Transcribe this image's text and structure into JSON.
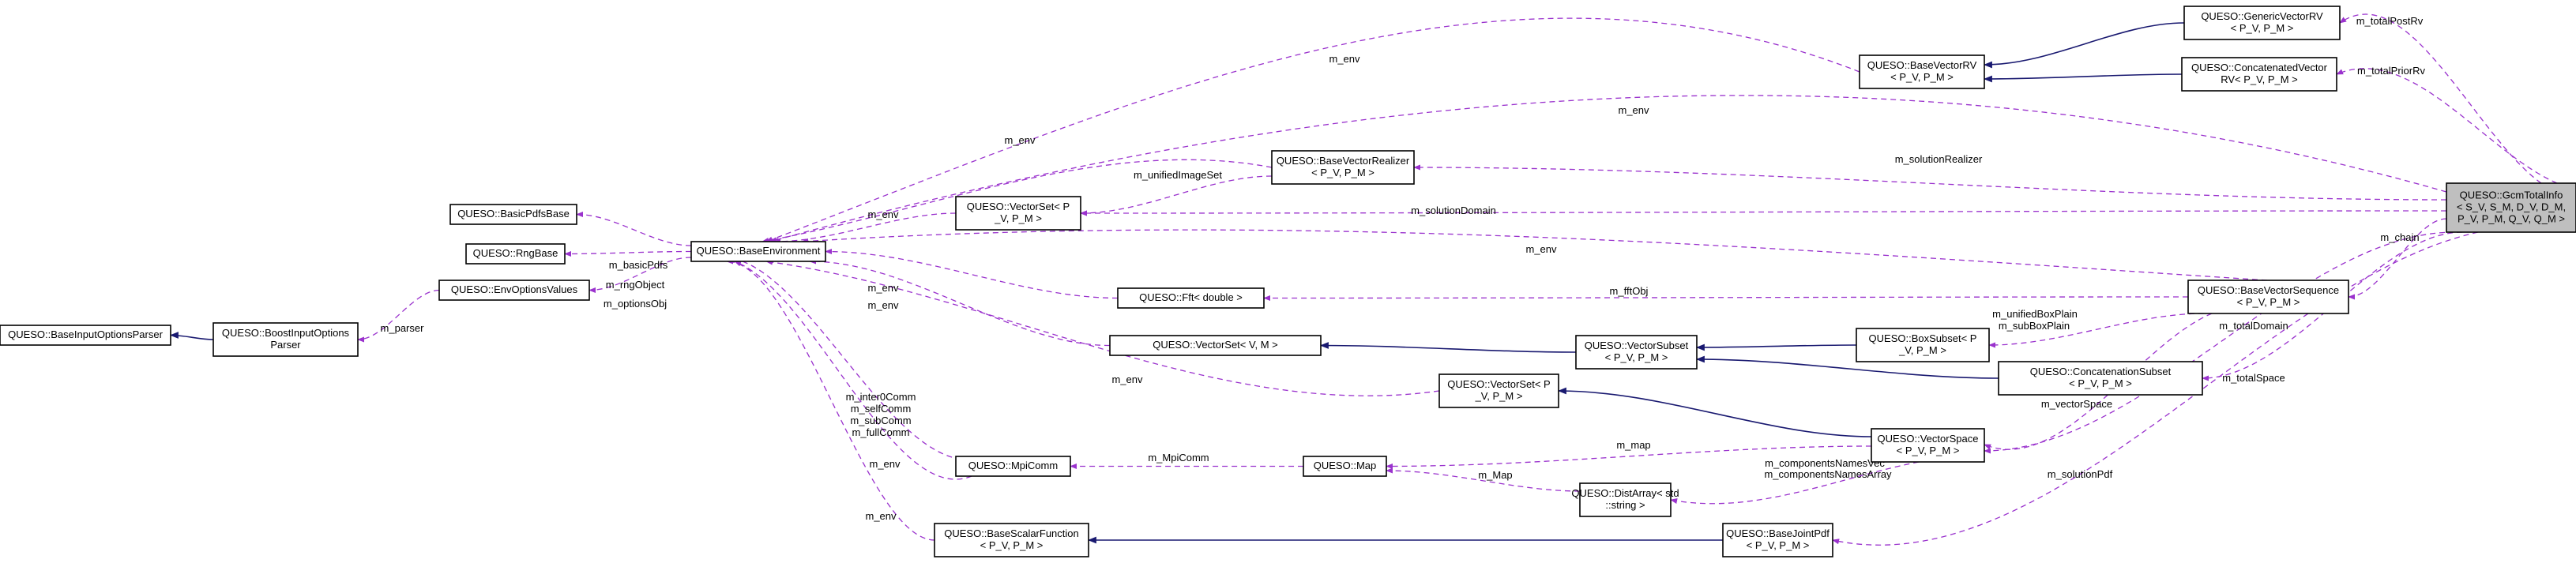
{
  "nodes": [
    {
      "id": "gcm",
      "lines": [
        "QUESO::GcmTotalInfo",
        "< S_V, S_M, D_V, D_M,",
        "P_V, P_M, Q_V, Q_M >"
      ],
      "focus": true
    },
    {
      "id": "genvec",
      "lines": [
        "QUESO::GenericVectorRV",
        "< P_V, P_M >"
      ]
    },
    {
      "id": "concvec",
      "lines": [
        "QUESO::ConcatenatedVector",
        "RV< P_V, P_M >"
      ]
    },
    {
      "id": "basevecrv",
      "lines": [
        "QUESO::BaseVectorRV",
        "< P_V, P_M >"
      ]
    },
    {
      "id": "realizer",
      "lines": [
        "QUESO::BaseVectorRealizer",
        "< P_V, P_M >"
      ]
    },
    {
      "id": "vset",
      "lines": [
        "QUESO::VectorSet< P",
        "_V, P_M >"
      ]
    },
    {
      "id": "pdfsbase",
      "lines": [
        "QUESO::BasicPdfsBase"
      ]
    },
    {
      "id": "rngbase",
      "lines": [
        "QUESO::RngBase"
      ]
    },
    {
      "id": "baseenv",
      "lines": [
        "QUESO::BaseEnvironment"
      ]
    },
    {
      "id": "envopt",
      "lines": [
        "QUESO::EnvOptionsValues"
      ]
    },
    {
      "id": "boostparser",
      "lines": [
        "QUESO::BoostInputOptions",
        "Parser"
      ]
    },
    {
      "id": "baseparser",
      "lines": [
        "QUESO::BaseInputOptionsParser"
      ]
    },
    {
      "id": "fft",
      "lines": [
        "QUESO::Fft< double >"
      ]
    },
    {
      "id": "vsetvm",
      "lines": [
        "QUESO::VectorSet< V, M >"
      ]
    },
    {
      "id": "vset2",
      "lines": [
        "QUESO::VectorSet< P",
        "_V, P_M >"
      ]
    },
    {
      "id": "vsubset",
      "lines": [
        "QUESO::VectorSubset",
        "< P_V, P_M >"
      ]
    },
    {
      "id": "boxsubset",
      "lines": [
        "QUESO::BoxSubset< P",
        "_V, P_M >"
      ]
    },
    {
      "id": "concsubset",
      "lines": [
        "QUESO::ConcatenationSubset",
        "< P_V, P_M >"
      ]
    },
    {
      "id": "bvseq",
      "lines": [
        "QUESO::BaseVectorSequence",
        "< P_V, P_M >"
      ]
    },
    {
      "id": "vspace",
      "lines": [
        "QUESO::VectorSpace",
        "< P_V, P_M >"
      ]
    },
    {
      "id": "map",
      "lines": [
        "QUESO::Map"
      ]
    },
    {
      "id": "mpicomm",
      "lines": [
        "QUESO::MpiComm"
      ]
    },
    {
      "id": "distarray",
      "lines": [
        "QUESO::DistArray< std",
        "::string >"
      ]
    },
    {
      "id": "bsfunc",
      "lines": [
        "QUESO::BaseScalarFunction",
        "< P_V, P_M >"
      ]
    },
    {
      "id": "jointpdf",
      "lines": [
        "QUESO::BaseJointPdf",
        "< P_V, P_M >"
      ]
    }
  ],
  "edge_labels": {
    "total_post_rv": "m_totalPostRv",
    "total_prior_rv": "m_totalPriorRv",
    "env": "m_env",
    "solution_realizer": "m_solutionRealizer",
    "unified_image_set": "m_unifiedImageSet",
    "solution_domain": "m_solutionDomain",
    "chain": "m_chain",
    "basic_pdfs": "m_basicPdfs",
    "rng_object": "m_rngObject",
    "options_obj": "m_optionsObj",
    "parser": "m_parser",
    "fft_obj": "m_fftObj",
    "unified_box_plain": "m_unifiedBoxPlain",
    "sub_box_plain": "m_subBoxPlain",
    "total_domain": "m_totalDomain",
    "vector_space": "m_vectorSpace",
    "total_space": "m_totalSpace",
    "map": "m_map",
    "inter0_comm": "m_inter0Comm",
    "self_comm": "m_selfComm",
    "sub_comm": "m_subComm",
    "full_comm": "m_fullComm",
    "mpi_comm": "m_MpiComm",
    "components_names_vec": "m_componentsNamesVec",
    "components_names_array": "m_componentsNamesArray",
    "map2": "m_Map",
    "solution_pdf": "m_solutionPdf"
  },
  "colors": {
    "usage_edge": "#9a32cd",
    "inheritance_edge": "#191970",
    "focus_fill": "#bfbfbf"
  }
}
